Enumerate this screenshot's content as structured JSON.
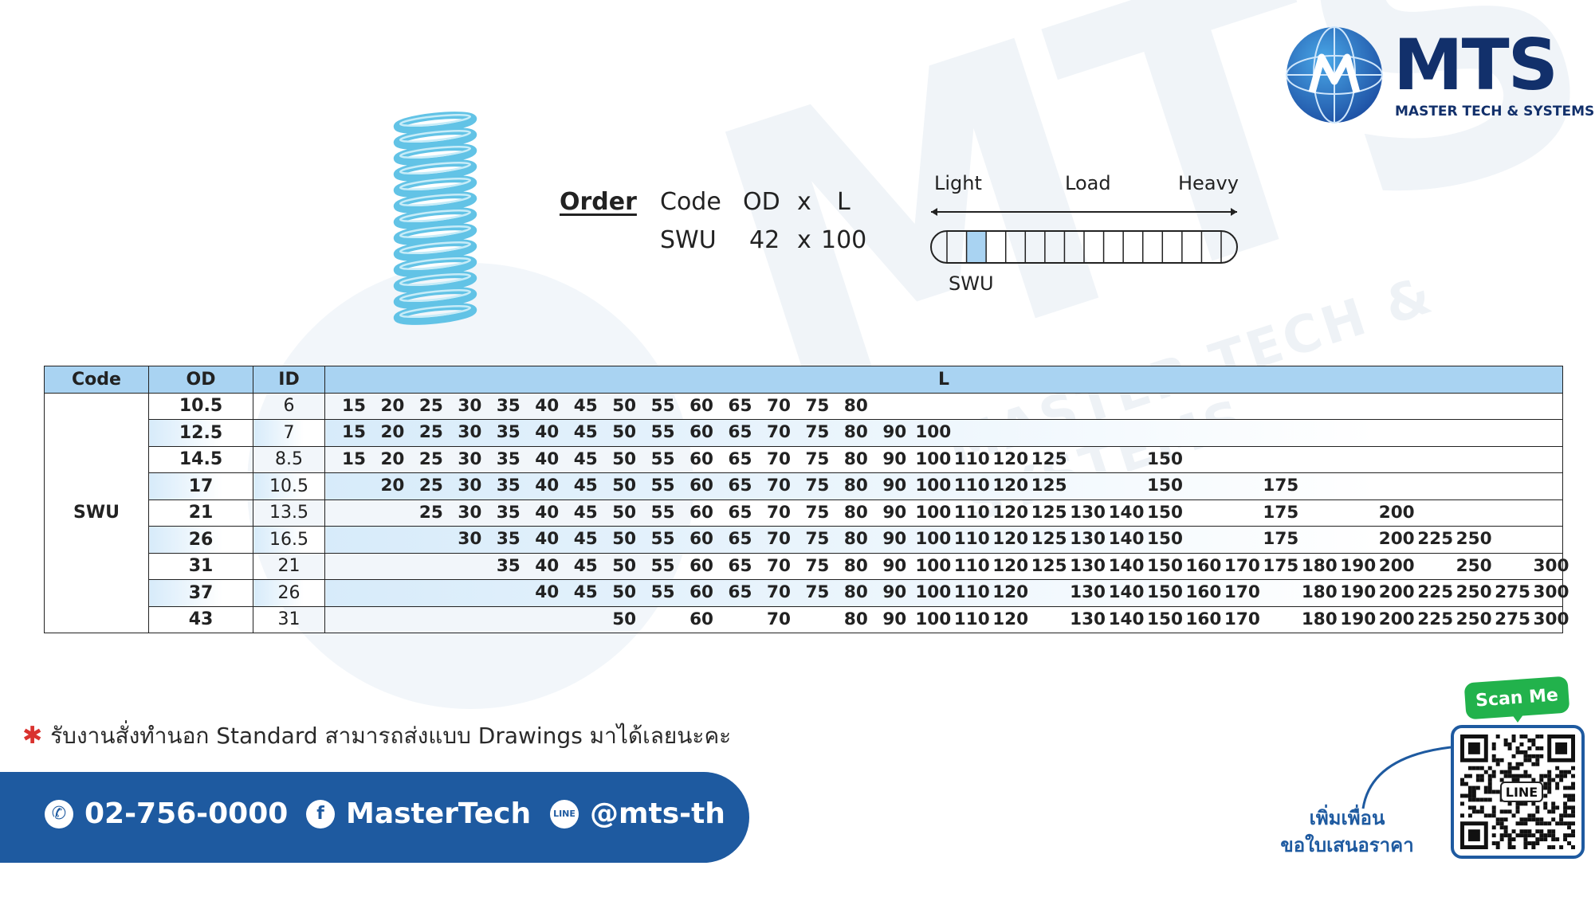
{
  "brand": {
    "name": "MTS",
    "tagline": "MASTER TECH & SYSTEMS",
    "primary_color": "#12306b",
    "accent_color": "#1e5aa0",
    "spring_color": "#62c3e6"
  },
  "order": {
    "title": "Order",
    "header": [
      "Code",
      "OD",
      "x",
      "L"
    ],
    "example": [
      "SWU",
      "42",
      "x",
      "100"
    ]
  },
  "load_scale": {
    "light": "Light",
    "load": "Load",
    "heavy": "Heavy",
    "segments": 14,
    "highlight_index": 1,
    "marker_label": "SWU"
  },
  "table": {
    "headers": [
      "Code",
      "OD",
      "ID",
      "L"
    ],
    "code": "SWU",
    "l_columns": [
      "15",
      "20",
      "25",
      "30",
      "35",
      "40",
      "45",
      "50",
      "55",
      "60",
      "65",
      "70",
      "75",
      "80",
      "90",
      "100",
      "110",
      "120",
      "125",
      "130",
      "140",
      "150",
      "160",
      "170",
      "175",
      "180",
      "190",
      "200",
      "225",
      "250",
      "275",
      "300"
    ],
    "rows": [
      {
        "od": "10.5",
        "id": "6",
        "l": [
          "15",
          "20",
          "25",
          "30",
          "35",
          "40",
          "45",
          "50",
          "55",
          "60",
          "65",
          "70",
          "75",
          "80"
        ]
      },
      {
        "od": "12.5",
        "id": "7",
        "l": [
          "15",
          "20",
          "25",
          "30",
          "35",
          "40",
          "45",
          "50",
          "55",
          "60",
          "65",
          "70",
          "75",
          "80",
          "90",
          "100"
        ]
      },
      {
        "od": "14.5",
        "id": "8.5",
        "l": [
          "15",
          "20",
          "25",
          "30",
          "35",
          "40",
          "45",
          "50",
          "55",
          "60",
          "65",
          "70",
          "75",
          "80",
          "90",
          "100",
          "110",
          "120",
          "125",
          "150"
        ]
      },
      {
        "od": "17",
        "id": "10.5",
        "l": [
          "20",
          "25",
          "30",
          "35",
          "40",
          "45",
          "50",
          "55",
          "60",
          "65",
          "70",
          "75",
          "80",
          "90",
          "100",
          "110",
          "120",
          "125",
          "150",
          "175"
        ]
      },
      {
        "od": "21",
        "id": "13.5",
        "l": [
          "25",
          "30",
          "35",
          "40",
          "45",
          "50",
          "55",
          "60",
          "65",
          "70",
          "75",
          "80",
          "90",
          "100",
          "110",
          "120",
          "125",
          "130",
          "140",
          "150",
          "175",
          "200"
        ]
      },
      {
        "od": "26",
        "id": "16.5",
        "l": [
          "30",
          "35",
          "40",
          "45",
          "50",
          "55",
          "60",
          "65",
          "70",
          "75",
          "80",
          "90",
          "100",
          "110",
          "120",
          "125",
          "130",
          "140",
          "150",
          "175",
          "200",
          "225",
          "250"
        ]
      },
      {
        "od": "31",
        "id": "21",
        "l": [
          "35",
          "40",
          "45",
          "50",
          "55",
          "60",
          "65",
          "70",
          "75",
          "80",
          "90",
          "100",
          "110",
          "120",
          "125",
          "130",
          "140",
          "150",
          "160",
          "170",
          "175",
          "180",
          "190",
          "200",
          "250",
          "300"
        ]
      },
      {
        "od": "37",
        "id": "26",
        "l": [
          "40",
          "45",
          "50",
          "55",
          "60",
          "65",
          "70",
          "75",
          "80",
          "90",
          "100",
          "110",
          "120",
          "130",
          "140",
          "150",
          "160",
          "170",
          "180",
          "190",
          "200",
          "225",
          "250",
          "275",
          "300"
        ]
      },
      {
        "od": "43",
        "id": "31",
        "l": [
          "50",
          "60",
          "70",
          "80",
          "90",
          "100",
          "110",
          "120",
          "130",
          "140",
          "150",
          "160",
          "170",
          "180",
          "190",
          "200",
          "225",
          "250",
          "275",
          "300"
        ]
      }
    ]
  },
  "note": "รับงานสั่งทำนอก Standard สามารถส่งแบบ Drawings มาได้เลยนะคะ",
  "contact": {
    "phone": "02-756-0000",
    "facebook": "MasterTech",
    "line": "@mts-th"
  },
  "qr": {
    "scan_label": "Scan Me",
    "line_label": "LINE",
    "caption_line1": "เพิ่มเพื่อน",
    "caption_line2": "ขอใบเสนอราคา"
  }
}
